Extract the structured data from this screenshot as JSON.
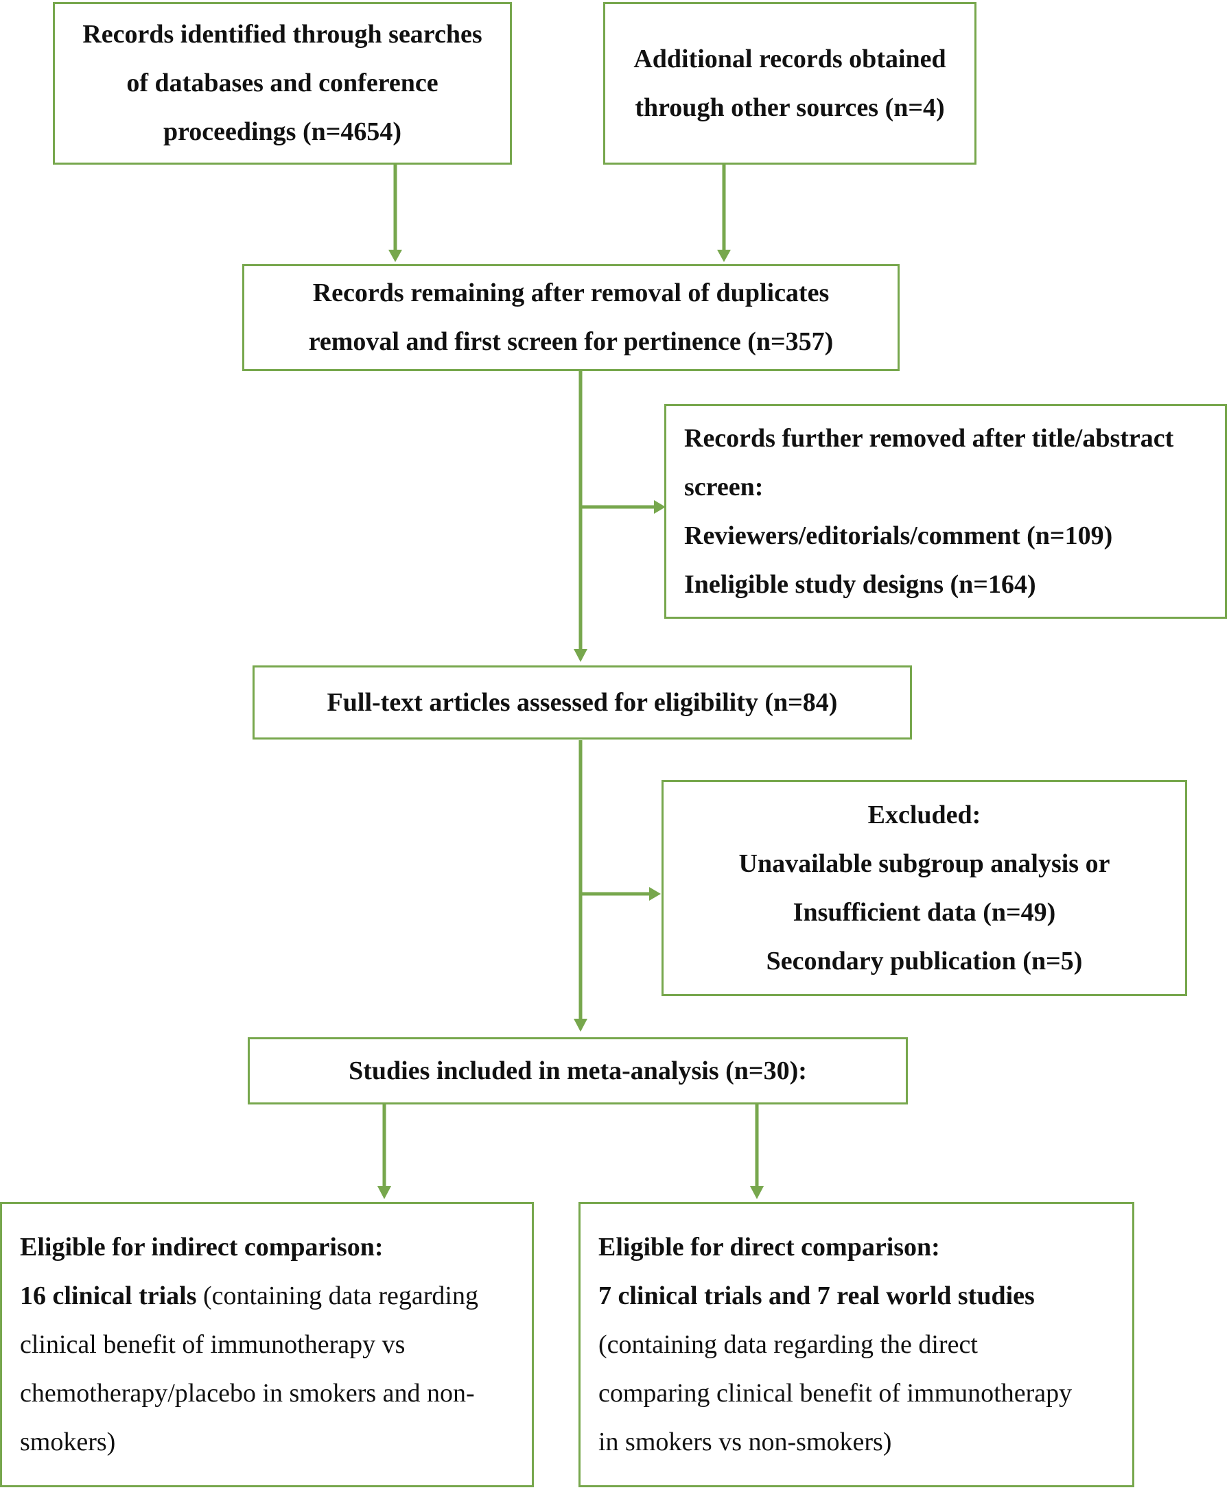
{
  "colors": {
    "border": "#77a74d",
    "arrow": "#77a74d",
    "text": "#111111"
  },
  "boxes": {
    "identified": [
      "Records identified through searches",
      "of databases and conference",
      "proceedings (n=4654)"
    ],
    "additional": [
      "Additional records obtained",
      "through other sources (n=4)"
    ],
    "remaining": [
      "Records remaining after removal of duplicates",
      "removal and first screen for pertinence (n=357)"
    ],
    "removed_title": [
      "Records further removed after title/abstract",
      "screen:",
      "Reviewers/editorials/comment (n=109)",
      "Ineligible study designs (n=164)"
    ],
    "fulltext": "Full-text articles assessed for eligibility (n=84)",
    "excluded": [
      "Excluded:",
      "Unavailable subgroup analysis or",
      "Insufficient data (n=49)",
      "Secondary publication (n=5)"
    ],
    "included": "Studies included in meta-analysis (n=30):",
    "indirect": {
      "heading": "Eligible for indirect comparison:",
      "lead_bold": "16 clinical trials",
      "lead_rest": " (containing data regarding",
      "lines": [
        "clinical benefit of immunotherapy vs",
        "chemotherapy/placebo in smokers and non-",
        "smokers)"
      ]
    },
    "direct": {
      "heading": "Eligible for direct comparison:",
      "lead_bold": "7 clinical trials and 7 real world studies",
      "lines": [
        "(containing data regarding the direct",
        "comparing clinical benefit of immunotherapy",
        "in smokers vs non-smokers)"
      ]
    }
  }
}
